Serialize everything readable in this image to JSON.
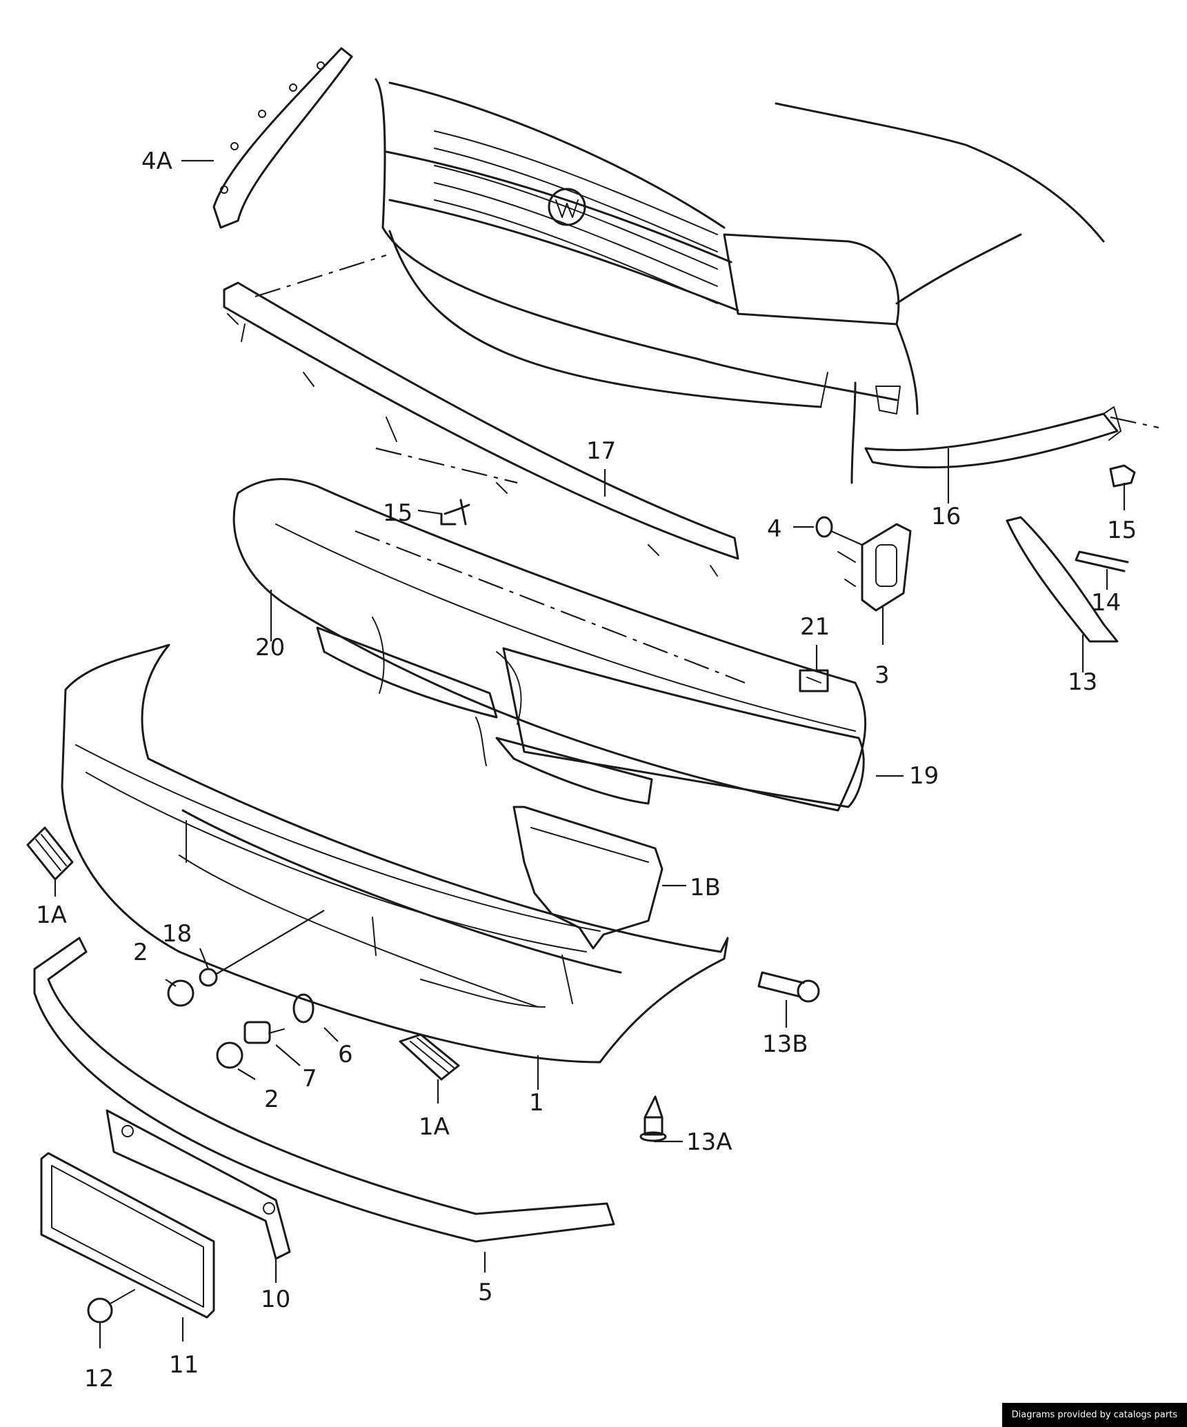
{
  "labels": {
    "l4A": "4A",
    "l17": "17",
    "l15a": "15",
    "l20": "20",
    "l4": "4",
    "l16": "16",
    "l15b": "15",
    "l14": "14",
    "l13": "13",
    "l3": "3",
    "l21": "21",
    "l19": "19",
    "l1Ba": "1B",
    "l1Aa": "1A",
    "l18": "18",
    "l2a": "2",
    "l6": "6",
    "l7": "7",
    "l2b": "2",
    "l1Ab": "1A",
    "l1": "1",
    "l13B": "13B",
    "l13A": "13A",
    "l5": "5",
    "l10": "10",
    "l11": "11",
    "l12": "12"
  },
  "credit": "Diagrams provided by catalogs parts"
}
